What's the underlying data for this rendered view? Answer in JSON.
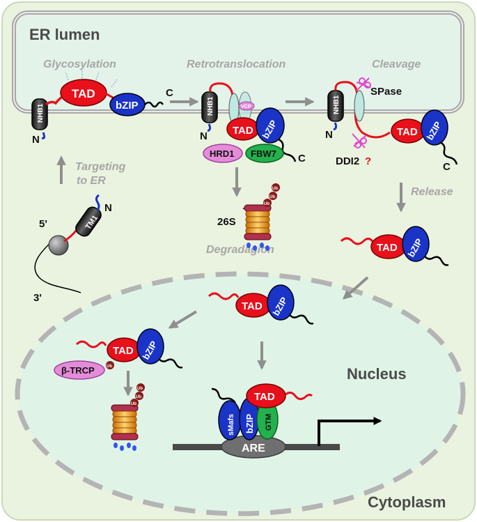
{
  "compartments": {
    "er_lumen": "ER lumen",
    "nucleus": "Nucleus",
    "cytoplasm": "Cytoplasm"
  },
  "steps": {
    "glycosylation": "Glycosylation",
    "retrotranslocation": "Retrotranslocation",
    "cleavage": "Cleavage",
    "targeting_line1": "Targeting",
    "targeting_line2": "to ER",
    "release": "Release",
    "degradation": "Degradagion"
  },
  "labels": {
    "tad": "TAD",
    "bzip": "bZIP",
    "nhb1": "NHB1",
    "tm1": "TM1",
    "n_terminus": "N",
    "c_terminus": "C",
    "five_prime": "5'",
    "three_prime": "3'",
    "hrd1": "HRD1",
    "fbw7": "FBW7",
    "vcp": "VCP",
    "proteasome_26s": "26S",
    "spase": "SPase",
    "ddi2": "DDI2",
    "question": "?",
    "beta_trcp": "β-TRCP",
    "ub": "Ub",
    "smafs": "sMafs",
    "gtm": "GTM",
    "are": "ARE"
  },
  "colors": {
    "background": "#eaf3df",
    "nucleus_fill": "#dff4e7",
    "tad_red": "#e8101a",
    "bzip_blue": "#1a34c8",
    "hrd1_pink": "#e48cd8",
    "fbw7_green": "#22b14c",
    "arrow_gray": "#8f8f8f",
    "ub_brown": "#8a1a1a"
  }
}
